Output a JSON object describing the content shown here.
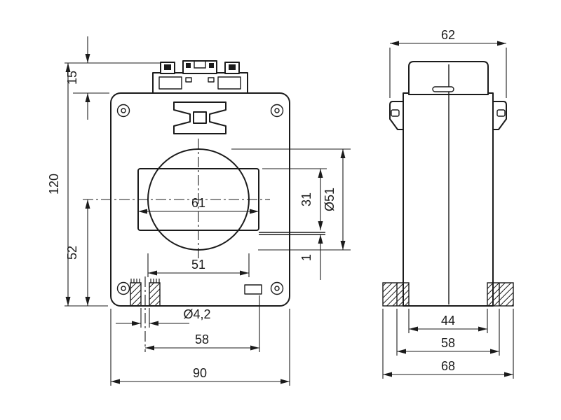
{
  "drawing": {
    "front_view": {
      "dimensions": {
        "terminal_height": "15",
        "total_height": "120",
        "center_to_bottom": "52",
        "window_width": "61",
        "bore_width": "51",
        "window_height": "31",
        "bore_diameter": "Ø51",
        "plate_thickness": "1",
        "hole_diameter": "Ø4,2",
        "hole_spacing": "58",
        "total_width": "90"
      }
    },
    "side_view": {
      "dimensions": {
        "top_width": "62",
        "foot_inner_spacing": "44",
        "foot_step_spacing": "58",
        "base_width": "68"
      }
    },
    "colors": {
      "line": "#1b1b1b",
      "background": "#ffffff"
    }
  }
}
